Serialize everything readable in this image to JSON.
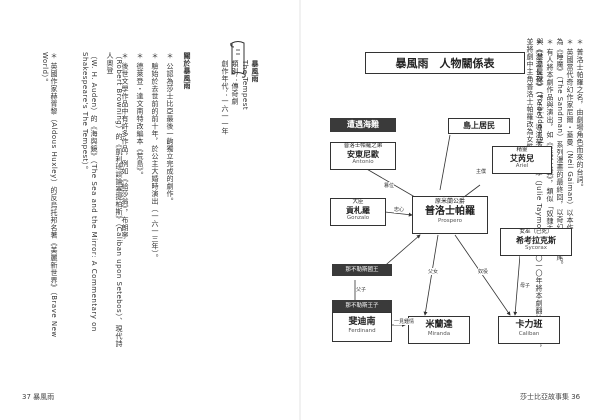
{
  "left_page": {
    "folio": "37 暴風雨",
    "info": {
      "title": "暴風雨",
      "subtitle": "The Tempest",
      "genre": "類別：傳奇劇",
      "date": "創作年代：一六一一年"
    },
    "heading": "關於暴風雨",
    "notes": [
      "＊ 公認為莎士比亞最後一齣獨立完成的劇作。",
      "＊ 驗始於去世前的前十年，於公主大婚時演出（一六一三年）。",
      "＊ 德萊登・達文南特改編本《荒島》。",
      "＊ 後世文學作品中有許多作品，例如《給莎翁》，布朗寧",
      "（Robert Browning）的《凱利班談論塞提柏斯》（Caliban upon Setebos）、現代詩人奧登",
      "（W. H. Auden）的《海與鏡》（The Sea and the Mirror: A Commentary on Shakespeare's The Tempest）。",
      "＊ 英國作家赫胥黎（Aldous Huxley）的反烏托邦名著《美麗新世界》（Brave New World）。"
    ]
  },
  "right_page": {
    "folio": "莎士比亞故事集 36",
    "notes": [
      "＊ 普洛士帕羅之名，由劇場角色而來的台詞。",
      "＊ 英國當代奇幻作家尼爾・蓋曼（Neil Gaiman）以本作",
      "為《睡魔》（The Sandman）系列漫畫的最終回，以奇幻結局收尾。",
      "＊ 有人將本劇作品與演出，如《星球大戰》，類似「奴隸主」",
      "與《禁忌星球》（Forbidden Planet）。",
      "＊《漫漫長夜》（Tiede）導演茱莉・泰摩（Julie Taymor）在二〇一〇年將本劇翻拍成電影，並將劇中主角普洛士帕羅改為女性。"
    ],
    "diagram": {
      "title": "暴風雨　人物關係表",
      "group_shipwreck": "遭遇海難",
      "group_islanders": "島上居民",
      "nodes": {
        "antonio": {
          "role": "普洛士帕羅之弟",
          "name": "安東尼歐",
          "en": "Antonio"
        },
        "gonzalo": {
          "role": "大臣",
          "name": "貢札羅",
          "en": "Gonzalo"
        },
        "prospero": {
          "role": "原米蘭公爵",
          "name": "普洛士帕羅",
          "en": "Prospero"
        },
        "ariel": {
          "role": "精靈",
          "name": "艾芮兒",
          "en": "Ariel"
        },
        "sycorax": {
          "role": "女巫（已死）",
          "name": "希考拉克斯",
          "en": "Sycorax"
        },
        "alonso_label": "那不勒斯國王",
        "prince_label": "那不勒斯王子",
        "ferdinand": {
          "name": "斐迪南",
          "en": "Ferdinand"
        },
        "miranda": {
          "name": "米蘭達",
          "en": "Miranda"
        },
        "caliban": {
          "name": "卡力班",
          "en": "Caliban"
        }
      },
      "edge_labels": {
        "usurp": "篡位",
        "loyal": "忠心",
        "father_son": "父子",
        "daughter": "父女",
        "servant": "主僕",
        "mother": "母子",
        "love": "一見鍾情",
        "slave": "奴役"
      }
    }
  }
}
